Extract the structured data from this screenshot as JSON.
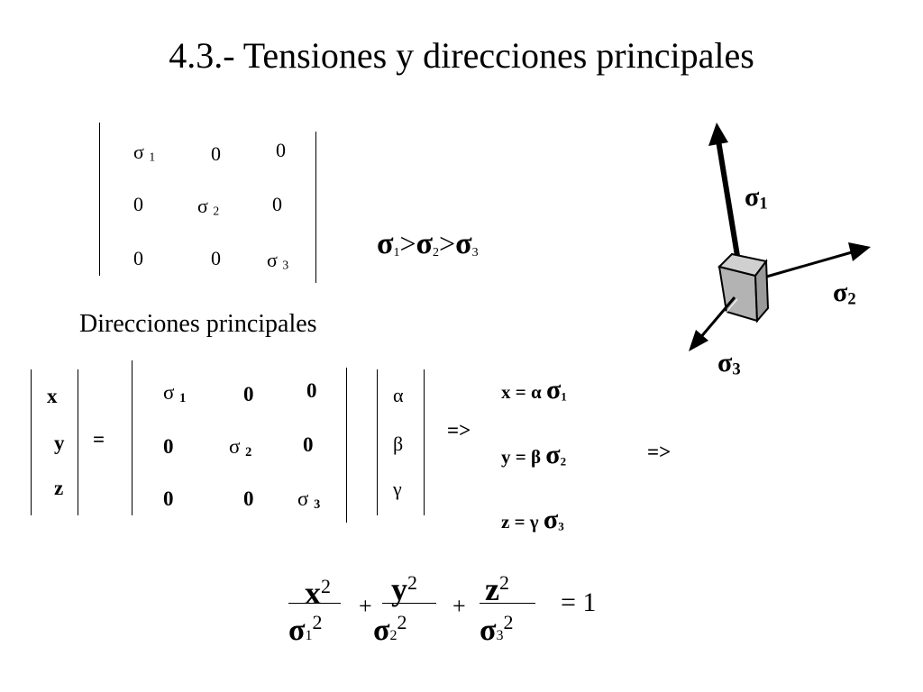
{
  "title": "4.3.- Tensiones y direcciones principales",
  "matrix_top": {
    "cells": [
      [
        "σ",
        "1",
        "0",
        "0"
      ],
      [
        "0",
        "σ",
        "2",
        "0"
      ],
      [
        "0",
        "0",
        "σ",
        "3"
      ]
    ]
  },
  "ordering": {
    "symbol": "σ",
    "gt": ">",
    "subs": [
      "1",
      "2",
      "3"
    ]
  },
  "subtitle": "Direcciones principales",
  "vector_xyz": [
    "x",
    "y",
    "z"
  ],
  "equals_sign": "=",
  "matrix_bottom": {
    "r1": {
      "c1_sym": "σ",
      "c1_sub": "1",
      "c2": "0",
      "c3": "0"
    },
    "r2": {
      "c1": "0",
      "c2_sym": "σ",
      "c2_sub": "2",
      "c3": "0"
    },
    "r3": {
      "c1": "0",
      "c2": "0",
      "c3_sym": "σ",
      "c3_sub": "3"
    }
  },
  "vector_greek": [
    "α",
    "β",
    "γ"
  ],
  "implies": "=>",
  "relations": [
    {
      "lhs": "x = α",
      "sym": "σ",
      "sub": "1"
    },
    {
      "lhs": "y = β",
      "sym": "σ",
      "sub": "2"
    },
    {
      "lhs": "z = γ",
      "sym": "σ",
      "sub": "3"
    }
  ],
  "ellipsoid": {
    "numerators": [
      "x",
      "y",
      "z"
    ],
    "exponent": "2",
    "denominator_sym": "σ",
    "denominator_subs": [
      "1",
      "2",
      "3"
    ],
    "plus": "+",
    "rhs": "= 1"
  },
  "diagram": {
    "labels": [
      {
        "sym": "σ",
        "sub": "1"
      },
      {
        "sym": "σ",
        "sub": "2"
      },
      {
        "sym": "σ",
        "sub": "3"
      }
    ],
    "cube_color": "#b3b3b3"
  }
}
